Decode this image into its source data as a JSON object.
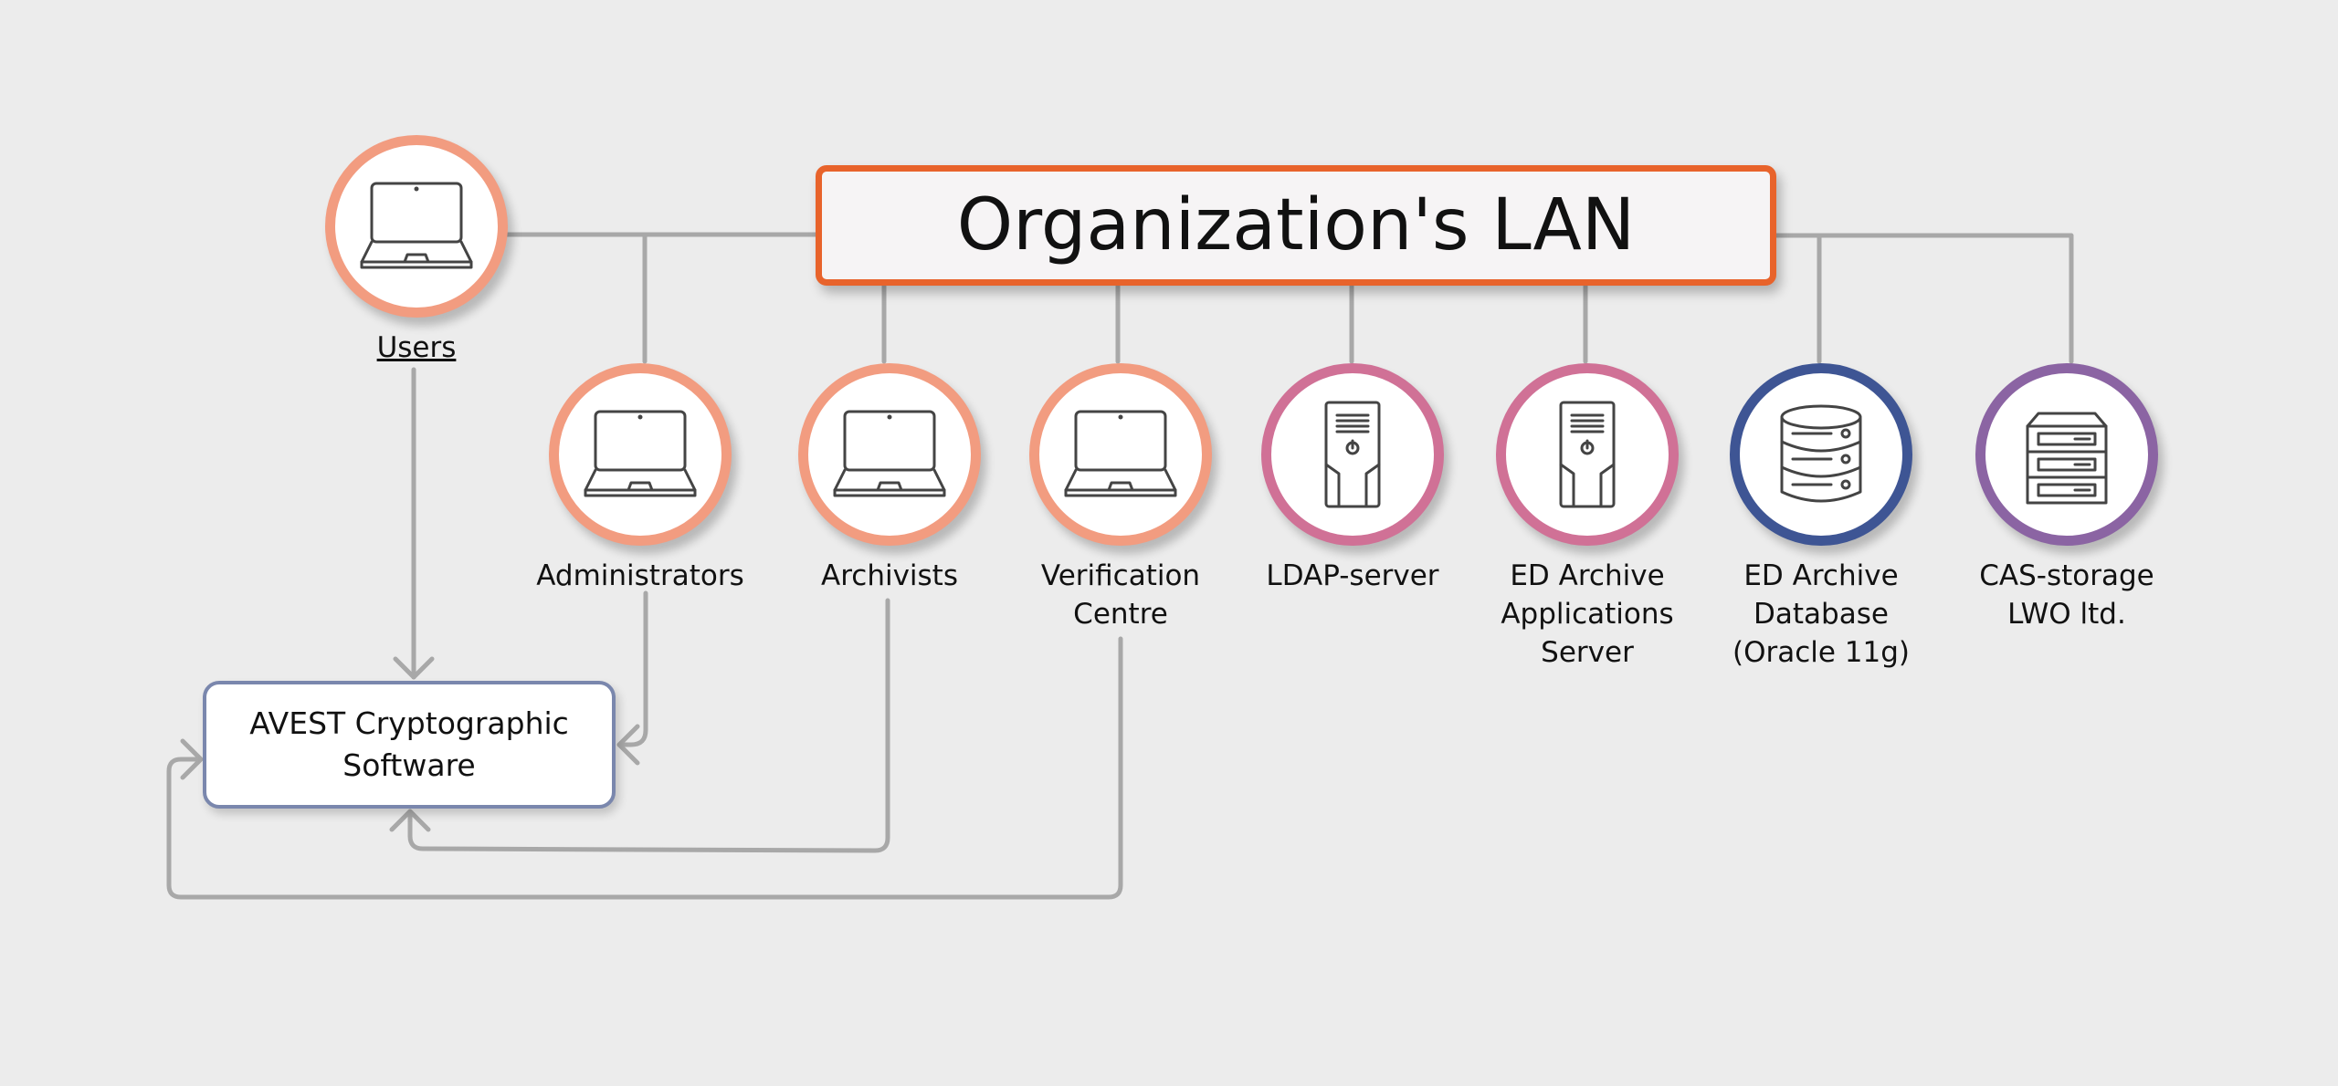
{
  "diagram": {
    "title": "Organization's LAN",
    "software_box": {
      "label": "AVEST Cryptographic Software"
    },
    "nodes": [
      {
        "id": "users",
        "label": "Users",
        "icon": "laptop-icon",
        "ring_color": "#f29c80"
      },
      {
        "id": "administrators",
        "label": "Administrators",
        "icon": "laptop-icon",
        "ring_color": "#f29c80"
      },
      {
        "id": "archivists",
        "label": "Archivists",
        "icon": "laptop-icon",
        "ring_color": "#f29c80"
      },
      {
        "id": "verification-centre",
        "label": "Verification Centre",
        "icon": "laptop-icon",
        "ring_color": "#f29c80"
      },
      {
        "id": "ldap-server",
        "label": "LDAP-server",
        "icon": "server-tower-icon",
        "ring_color": "#d07196"
      },
      {
        "id": "ed-archive-app-server",
        "label": "ED Archive Applications Server",
        "icon": "server-tower-icon",
        "ring_color": "#d07196"
      },
      {
        "id": "ed-archive-database",
        "label": "ED Archive Database (Oracle 11g)",
        "icon": "database-icon",
        "ring_color": "#3e5594"
      },
      {
        "id": "cas-storage",
        "label": "CAS-storage LWO ltd.",
        "icon": "storage-rack-icon",
        "ring_color": "#8b64a3"
      }
    ],
    "colors": {
      "background": "#ececec",
      "lan_border": "#e8632b",
      "software_border": "#7a87ad",
      "connector": "#a8a8a8"
    }
  }
}
